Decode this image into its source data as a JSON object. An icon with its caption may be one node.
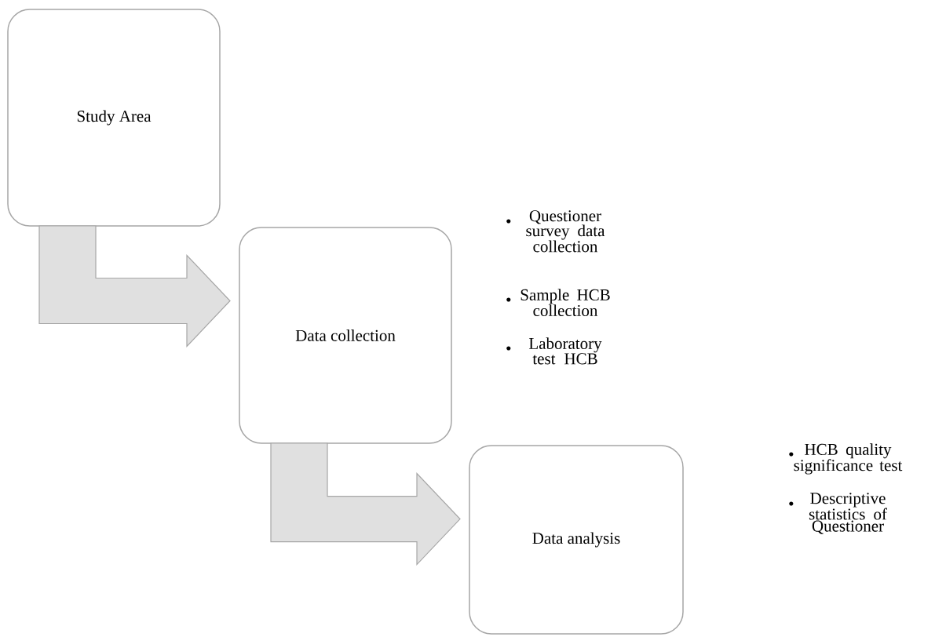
{
  "diagram": {
    "nodes": [
      {
        "text": [
          "Study Area"
        ]
      },
      {
        "text": [
          "Data collection"
        ],
        "beside": [
          "Questioner survey data collection",
          "Sample HCB collection",
          "Laboratory test HCB"
        ]
      },
      {
        "text": [
          "Data analysis"
        ],
        "beside": [
          "HCB quality significance test",
          "Descriptive statistics of Questioner"
        ]
      }
    ],
    "edges": [
      {
        "from": 0,
        "to": 1,
        "arrow": "to"
      },
      {
        "from": 1,
        "to": 2,
        "arrow": "to"
      }
    ]
  }
}
